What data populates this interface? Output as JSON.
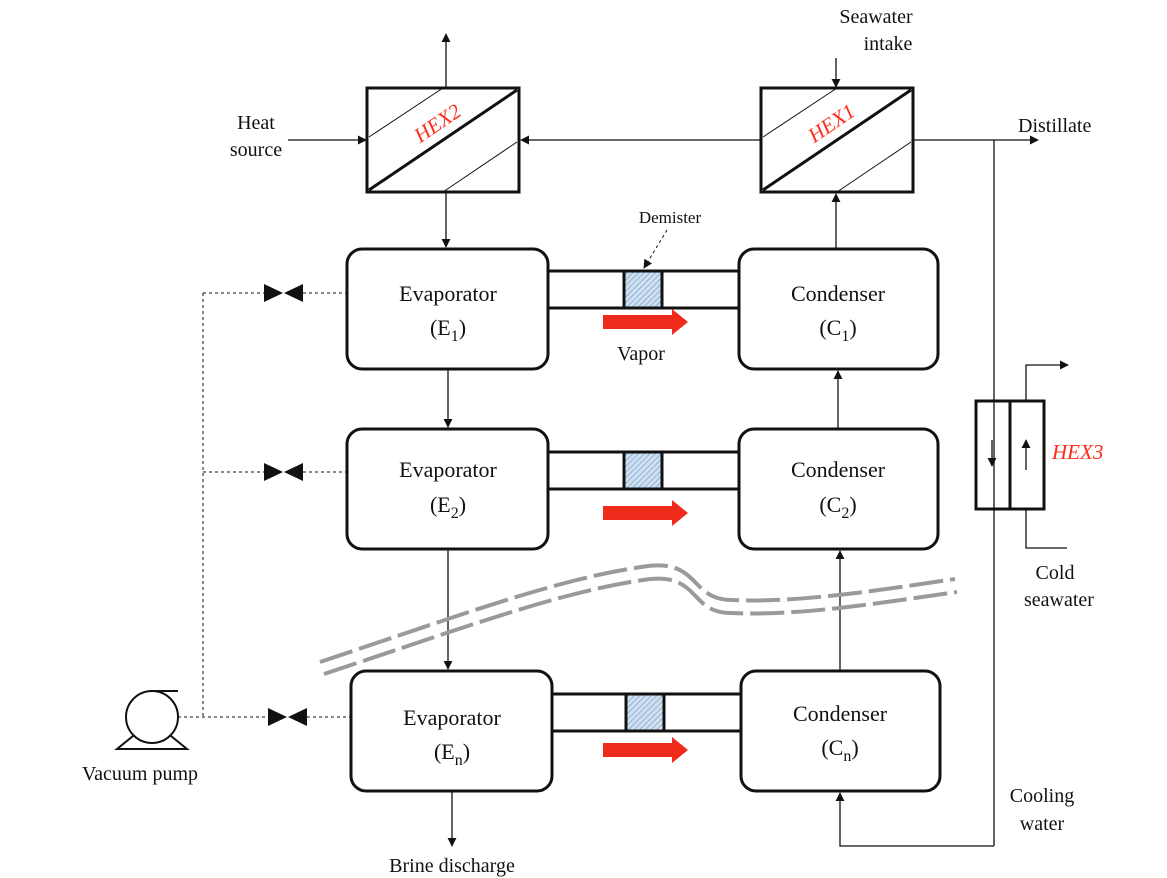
{
  "heat_exchangers": {
    "hex2": "HEX2",
    "hex1": "HEX1",
    "hex3": "HEX3"
  },
  "stages": [
    {
      "evaporator": "Evaporator",
      "evap_sym": "E",
      "evap_sub": "1",
      "condenser": "Condenser",
      "cond_sym": "C",
      "cond_sub": "1",
      "vapor_label": "Vapor"
    },
    {
      "evaporator": "Evaporator",
      "evap_sym": "E",
      "evap_sub": "2",
      "condenser": "Condenser",
      "cond_sym": "C",
      "cond_sub": "2",
      "vapor_label": ""
    },
    {
      "evaporator": "Evaporator",
      "evap_sym": "E",
      "evap_sub": "n",
      "condenser": "Condenser",
      "cond_sym": "C",
      "cond_sub": "n",
      "vapor_label": ""
    }
  ],
  "labels": {
    "heat_source_1": "Heat",
    "heat_source_2": "source",
    "seawater_intake_1": "Seawater",
    "seawater_intake_2": "intake",
    "distillate": "Distillate",
    "demister": "Demister",
    "vacuum_pump": "Vacuum pump",
    "brine_discharge": "Brine discharge",
    "cold_seawater_1": "Cold",
    "cold_seawater_2": "seawater",
    "cooling_water_1": "Cooling",
    "cooling_water_2": "water"
  },
  "colors": {
    "vapor_arrow": "#ef2b1c",
    "hex_label": "#ff2a1a",
    "demister_fill": "#b9d3ea",
    "break_line": "#9a9a9a"
  }
}
